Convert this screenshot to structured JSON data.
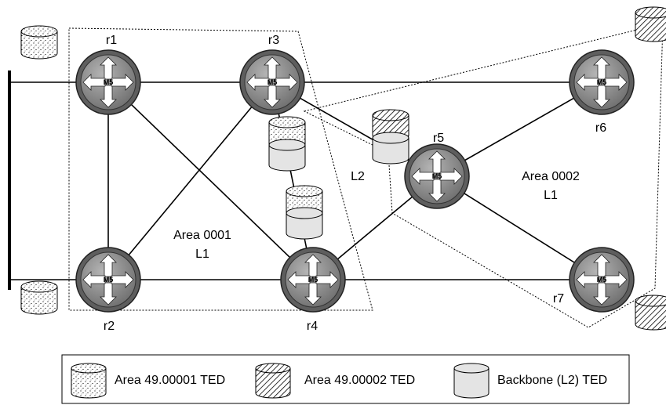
{
  "routers": [
    {
      "id": "r1",
      "label": "r1",
      "model": "M5"
    },
    {
      "id": "r2",
      "label": "r2",
      "model": "M5"
    },
    {
      "id": "r3",
      "label": "r3",
      "model": "M5"
    },
    {
      "id": "r4",
      "label": "r4",
      "model": "M5"
    },
    {
      "id": "r5",
      "label": "r5",
      "model": "M5"
    },
    {
      "id": "r6",
      "label": "r6",
      "model": "M5"
    },
    {
      "id": "r7",
      "label": "r7",
      "model": "M5"
    }
  ],
  "areas": {
    "area1": {
      "line1": "Area 0001",
      "line2": "L1"
    },
    "area2": {
      "line1": "Area 0002",
      "line2": "L1"
    },
    "backbone": {
      "label": "L2"
    }
  },
  "legend": [
    {
      "pattern": "dots",
      "label": "Area 49.00001 TED"
    },
    {
      "pattern": "hatch",
      "label": "Area 49.00002 TED"
    },
    {
      "pattern": "plain",
      "label": "Backbone (L2) TED"
    }
  ],
  "colors": {
    "router_body": "#8a8a8a",
    "router_rim": "#5e5e5e",
    "ted_plain": "#e4e4e4"
  }
}
